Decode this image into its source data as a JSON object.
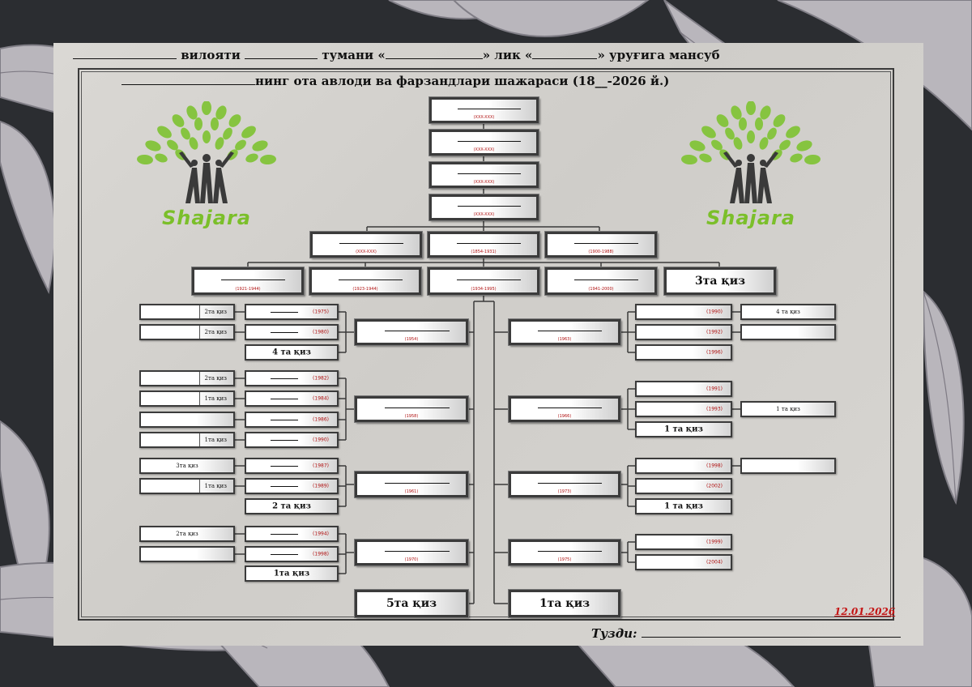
{
  "header": {
    "line1": {
      "viloyati": "вилояти",
      "tumani": "тумани «",
      "lik": "» лик «",
      "urugiga": "» уруғига мансуб"
    },
    "line2": "нинг ота авлоди ва фарзандлари шажараси (18__-2026 й.)"
  },
  "logo": {
    "text": "Shajara"
  },
  "trunk": [
    {
      "year": "(XXX-XXX)"
    },
    {
      "year": "(XXX-XXX)"
    },
    {
      "year": "(XXX-XXX)"
    },
    {
      "year": "(XXX-XXX)"
    }
  ],
  "row3": [
    {
      "year": "(XXX-XXX)"
    },
    {
      "year": "(1854-1931)"
    },
    {
      "year": "(1900-1988)"
    }
  ],
  "row4": [
    {
      "year": "(1921-1944)"
    },
    {
      "year": "(1923-1944)"
    },
    {
      "year": "(1934-1995)"
    },
    {
      "year": "(1941-2000)"
    },
    {
      "label": "3та қиз"
    }
  ],
  "left_parents": [
    {
      "year": "(1954)"
    },
    {
      "year": "(1958)"
    },
    {
      "year": "(1961)"
    },
    {
      "year": "(1970)"
    },
    {
      "label": "5та қиз"
    }
  ],
  "right_parents": [
    {
      "year": "(1963)"
    },
    {
      "year": "(1966)"
    },
    {
      "year": "(1973)"
    },
    {
      "year": "(1975)"
    },
    {
      "label": "1та қиз"
    }
  ],
  "left_children": [
    {
      "year": "(1975)"
    },
    {
      "year": "(1980)"
    },
    {
      "label": "4 та қиз"
    },
    {
      "year": "(1982)"
    },
    {
      "year": "(1984)"
    },
    {
      "year": "(1986)"
    },
    {
      "year": "(1990)"
    },
    {
      "year": "(1987)"
    },
    {
      "year": "(1989)"
    },
    {
      "label": "2 та қиз"
    },
    {
      "year": "(1994)"
    },
    {
      "year": "(1998)"
    },
    {
      "label": "1та қиз"
    }
  ],
  "left_grand": [
    {
      "label": "2та қиз"
    },
    {
      "label": "2та қиз"
    },
    {
      "label": "2та қиз"
    },
    {
      "label": "1та қиз"
    },
    {
      "label": ""
    },
    {
      "label": "1та қиз"
    },
    {
      "label": "3та қиз"
    },
    {
      "label": "1та қиз"
    },
    {
      "label": "2та қиз"
    },
    {
      "label": ""
    }
  ],
  "right_children": [
    {
      "year": "(1990)"
    },
    {
      "year": "(1992)"
    },
    {
      "year": "(1996)"
    },
    {
      "year": "(1991)"
    },
    {
      "year": "(1993)"
    },
    {
      "label": "1 та қиз"
    },
    {
      "year": "(1998)"
    },
    {
      "year": "(2002)"
    },
    {
      "label": "1 та қиз"
    },
    {
      "year": "(1999)"
    },
    {
      "year": "(2004)"
    }
  ],
  "right_grand": [
    {
      "label": "4 та қиз"
    },
    {
      "label": ""
    },
    {
      "label": "1 та қиз"
    },
    {
      "label": ""
    }
  ],
  "date": "12.01.2026",
  "footer": {
    "label": "Тузди:"
  }
}
